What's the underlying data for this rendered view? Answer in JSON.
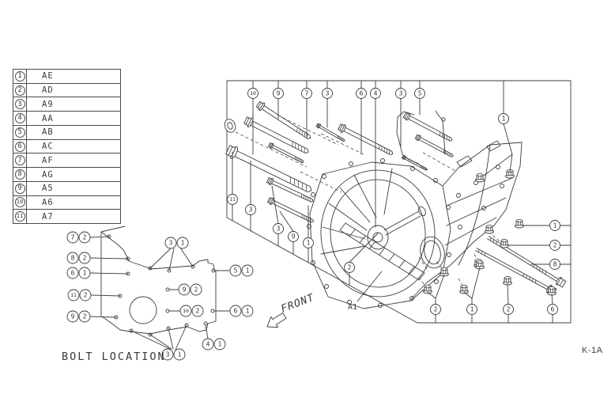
{
  "page": {
    "code": "K-1A"
  },
  "legend": {
    "rows": [
      {
        "num": "1",
        "code": "AE"
      },
      {
        "num": "2",
        "code": "AD"
      },
      {
        "num": "3",
        "code": "A9"
      },
      {
        "num": "4",
        "code": "AA"
      },
      {
        "num": "5",
        "code": "AB"
      },
      {
        "num": "6",
        "code": "AC"
      },
      {
        "num": "7",
        "code": "AF"
      },
      {
        "num": "8",
        "code": "AG"
      },
      {
        "num": "9",
        "code": "A5"
      },
      {
        "num": "10",
        "code": "A6"
      },
      {
        "num": "11",
        "code": "A7"
      }
    ]
  },
  "main": {
    "top": [
      "10",
      "9",
      "7",
      "3",
      "6",
      "4",
      "3",
      "5"
    ],
    "upper_right": "1",
    "left": [
      "11",
      "3",
      "3",
      "9",
      "1",
      "2"
    ],
    "bottom": [
      "2",
      "1",
      "2",
      "6"
    ],
    "right": [
      "1",
      "2",
      "8"
    ],
    "part_label": "A1",
    "front_label": "FRONT"
  },
  "bolt_location": {
    "title": "BOLT LOCATION",
    "pairs": [
      {
        "a": "7",
        "b": "2"
      },
      {
        "a": "8",
        "b": "2"
      },
      {
        "a": "6",
        "b": "1"
      },
      {
        "a": "11",
        "b": "2"
      },
      {
        "a": "9",
        "b": "2"
      },
      {
        "a": "3",
        "b": "1"
      },
      {
        "a": "5",
        "b": "1"
      },
      {
        "a": "9",
        "b": "2"
      },
      {
        "a": "10",
        "b": "2"
      },
      {
        "a": "6",
        "b": "1"
      },
      {
        "a": "4",
        "b": "1"
      },
      {
        "a": "3",
        "b": "1"
      }
    ]
  }
}
